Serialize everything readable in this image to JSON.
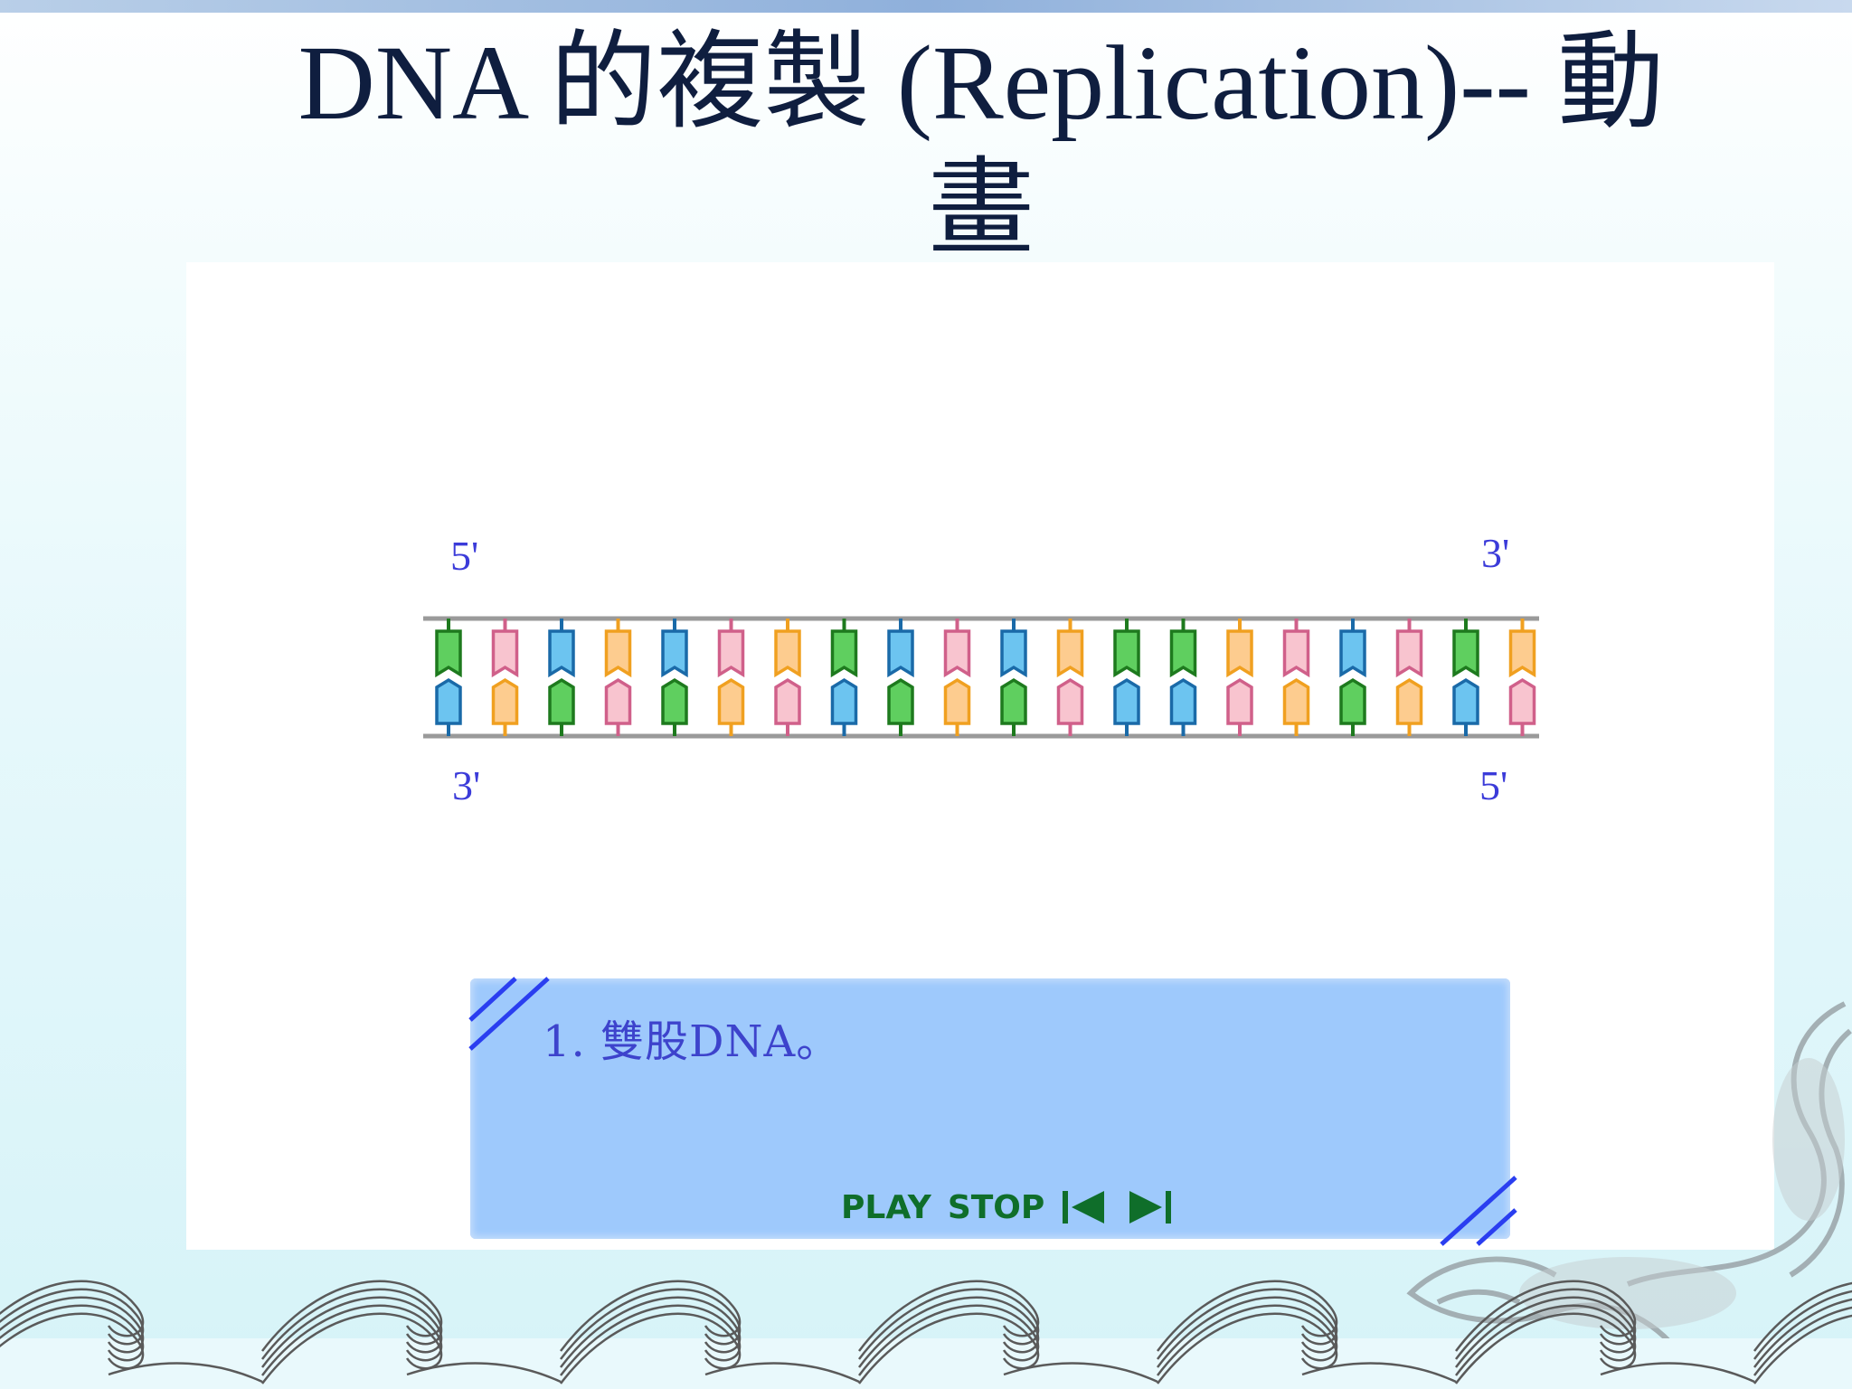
{
  "slide": {
    "title_line1": "DNA 的複製 (Replication)-- 動",
    "title_line2": "畫"
  },
  "animation": {
    "label_top_left": "5'",
    "label_top_right": "3'",
    "label_bottom_left": "3'",
    "label_bottom_right": "5'",
    "base_pairs": [
      {
        "top": "green",
        "bottom": "blue"
      },
      {
        "top": "pink",
        "bottom": "orange"
      },
      {
        "top": "blue",
        "bottom": "green"
      },
      {
        "top": "orange",
        "bottom": "pink"
      },
      {
        "top": "blue",
        "bottom": "green"
      },
      {
        "top": "pink",
        "bottom": "orange"
      },
      {
        "top": "orange",
        "bottom": "pink"
      },
      {
        "top": "green",
        "bottom": "blue"
      },
      {
        "top": "blue",
        "bottom": "green"
      },
      {
        "top": "pink",
        "bottom": "orange"
      },
      {
        "top": "blue",
        "bottom": "green"
      },
      {
        "top": "orange",
        "bottom": "pink"
      },
      {
        "top": "green",
        "bottom": "blue"
      },
      {
        "top": "green",
        "bottom": "blue"
      },
      {
        "top": "orange",
        "bottom": "pink"
      },
      {
        "top": "pink",
        "bottom": "orange"
      },
      {
        "top": "blue",
        "bottom": "green"
      },
      {
        "top": "pink",
        "bottom": "orange"
      },
      {
        "top": "green",
        "bottom": "blue"
      },
      {
        "top": "orange",
        "bottom": "pink"
      }
    ],
    "base_colors": {
      "green": {
        "fill": "#5fcf5f",
        "stroke": "#1e7a1e"
      },
      "blue": {
        "fill": "#6cc4f0",
        "stroke": "#1a6aa8"
      },
      "pink": {
        "fill": "#f8c4cf",
        "stroke": "#d0608a"
      },
      "orange": {
        "fill": "#fdcc8f",
        "stroke": "#f0a020"
      }
    },
    "backbone_color": "#9a9a9a",
    "caption": "1. 雙股DNA。",
    "controls": {
      "play_label": "PLAY",
      "stop_label": "STOP",
      "color": "#0f6e2a"
    }
  }
}
